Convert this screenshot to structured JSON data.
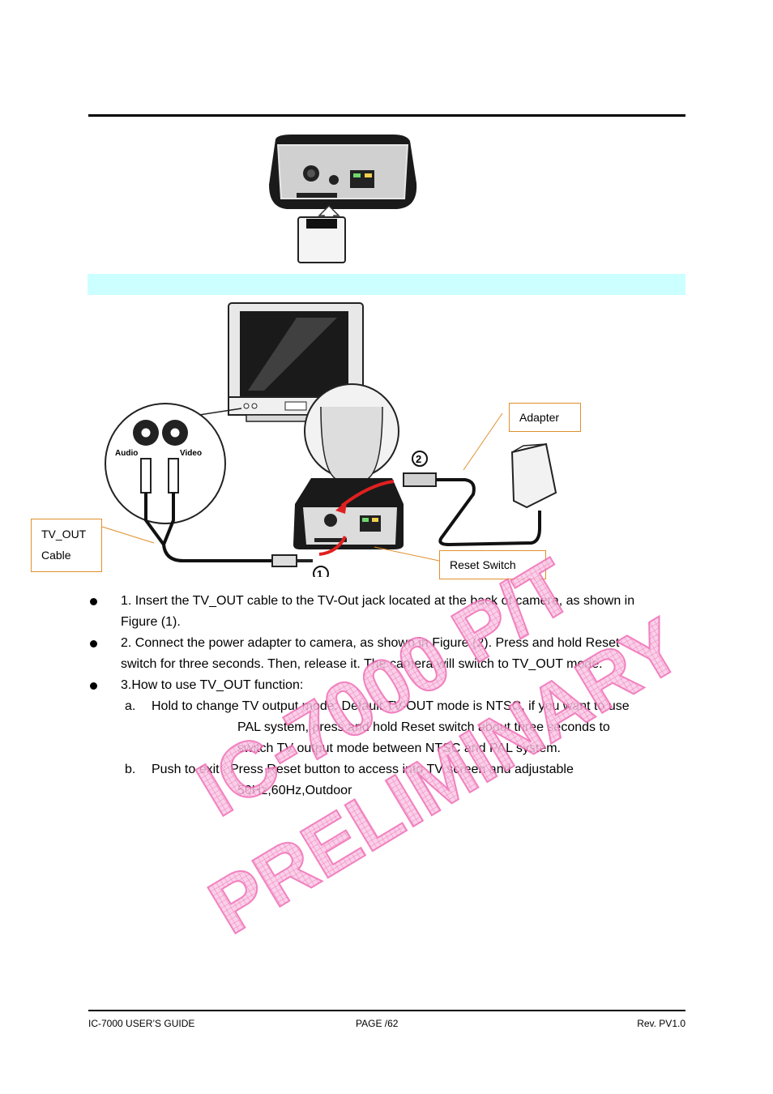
{
  "header": {},
  "figures": {
    "tv_out": {
      "callouts": {
        "adapter": "Adapter",
        "tv_out_cable_line1": "TV_OUT",
        "tv_out_cable_line2": "Cable",
        "reset_switch": "Reset Switch"
      },
      "jack_labels": {
        "audio": "Audio",
        "video": "Video"
      },
      "step_markers": [
        "1",
        "2"
      ]
    }
  },
  "instructions": {
    "item1_line1": "1. Insert the TV_OUT cable to the TV-Out jack located at the back of camera, as shown in",
    "item1_line2": "Figure (1).",
    "item2_line1": "2. Connect the power adapter to camera, as shown in Figure (2). Press and hold Reset",
    "item2_line2": "switch for three seconds. Then, release it. The camera will switch to TV_OUT mode.",
    "item3_line1": "3.How to use TV_OUT function:",
    "sub_a_letter": "a.",
    "sub_a_line1": "Hold to change TV output mode: Default TV-OUT mode is NTSC, if you want to use",
    "sub_a_line2": "PAL system, press and hold Reset switch about three seconds to",
    "sub_a_line3": "switch TV output mode between NTSC and PAL system.",
    "sub_b_letter": "b.",
    "sub_b_line1": "Push to exit : Press Reset button to access into TV screen and adjustable",
    "sub_b_line2": "50Hz,60Hz,Outdoor"
  },
  "watermark": {
    "line1": "IC-7000 P/T",
    "line2": "PRELIMINARY",
    "color": "#f06cb4"
  },
  "footer": {
    "left": "IC-7000 USER’S GUIDE",
    "center": "PAGE   /62",
    "right": "Rev. PV1.0"
  }
}
